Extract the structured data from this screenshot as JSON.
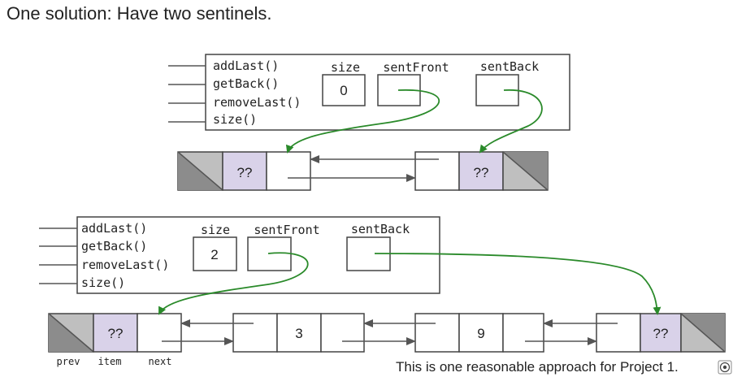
{
  "title": "One solution: Have two sentinels.",
  "top": {
    "methods": [
      "addLast()",
      "getBack()",
      "removeLast()",
      "size()"
    ],
    "size_label": "size",
    "size_value": "0",
    "sentFront_label": "sentFront",
    "sentBack_label": "sentBack",
    "nodes": [
      "??",
      "??"
    ]
  },
  "bottom": {
    "methods": [
      "addLast()",
      "getBack()",
      "removeLast()",
      "size()"
    ],
    "size_label": "size",
    "size_value": "2",
    "sentFront_label": "sentFront",
    "sentBack_label": "sentBack",
    "nodes": [
      "??",
      "3",
      "9",
      "??"
    ],
    "field_labels": [
      "prev",
      "item",
      "next"
    ]
  },
  "caption": "This is one reasonable approach for Project 1.",
  "colors": {
    "pointer_green": "#2a8a2a",
    "sentinel_item": "#d9d2e9",
    "sentinel_gray": "#bfbfbf"
  }
}
